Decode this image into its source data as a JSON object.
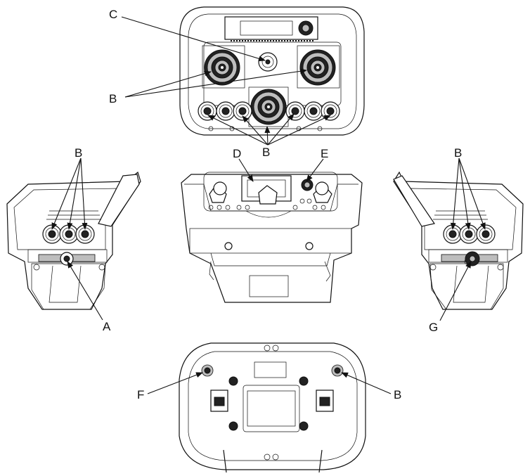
{
  "callouts": {
    "A": "A",
    "B": "B",
    "C": "C",
    "D": "D",
    "E": "E",
    "F": "F",
    "G": "G"
  }
}
